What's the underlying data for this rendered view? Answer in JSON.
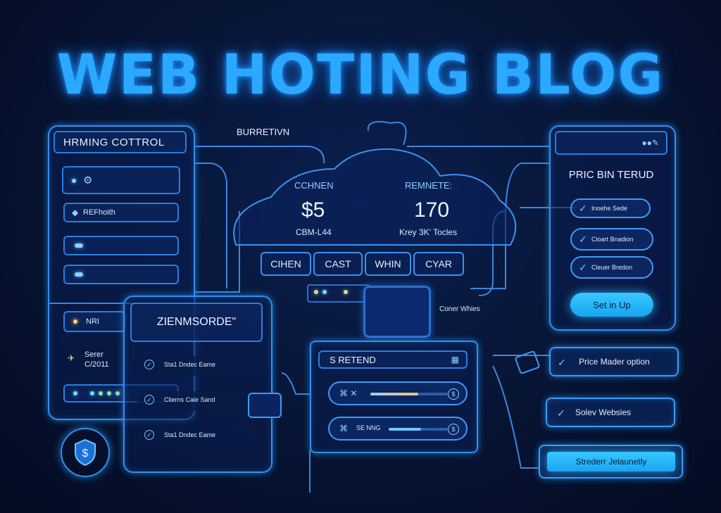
{
  "header": {
    "title": "WEB HOTING BLOG"
  },
  "left_panel": {
    "title": "HRMING COTTROL",
    "items": [
      {
        "label": ""
      },
      {
        "label": "REFhoith"
      },
      {
        "label": ""
      },
      {
        "label": ""
      },
      {
        "label": "NRI"
      },
      {
        "label": "Serer",
        "sub": "C/2011"
      },
      {
        "label": ""
      }
    ]
  },
  "cloud": {
    "top_label": "BURRETIVN",
    "left": {
      "label": "CCHNEN",
      "value": "$5",
      "caption": "CBM-L44"
    },
    "right": {
      "label": "REMNETE:",
      "value": "170",
      "caption": "Krey 3K' Tocles"
    }
  },
  "tabs": [
    "CIHEN",
    "CAST",
    "WHIN",
    "CYAR"
  ],
  "middle_panel": {
    "title": "ZIENMSORDE\"",
    "items": [
      "Sta1 Dndec Eame",
      "Clierns Cale Sand",
      "Sta1 Dndec Eame"
    ]
  },
  "device_caption": "Coner Whies",
  "retend_panel": {
    "title": "S RETEND",
    "sliders": [
      {
        "label": "",
        "value_fraction": 0.62
      },
      {
        "label": "SE NNG",
        "value_fraction": 0.55
      }
    ]
  },
  "right_panel": {
    "title": "PRIC BIN TERUD",
    "options": [
      "Inoehe Sede",
      "Cioart Bnadion",
      "Cleuer Bredon"
    ],
    "cta": "Set in Up"
  },
  "right_boxes": {
    "price_option": "Price Mader option",
    "solev": "Solev Websies",
    "strede": "Strederr Jelaunetly"
  },
  "colors": {
    "accent": "#2ba8ff",
    "border": "#2f8ff0",
    "background": "#071433"
  }
}
